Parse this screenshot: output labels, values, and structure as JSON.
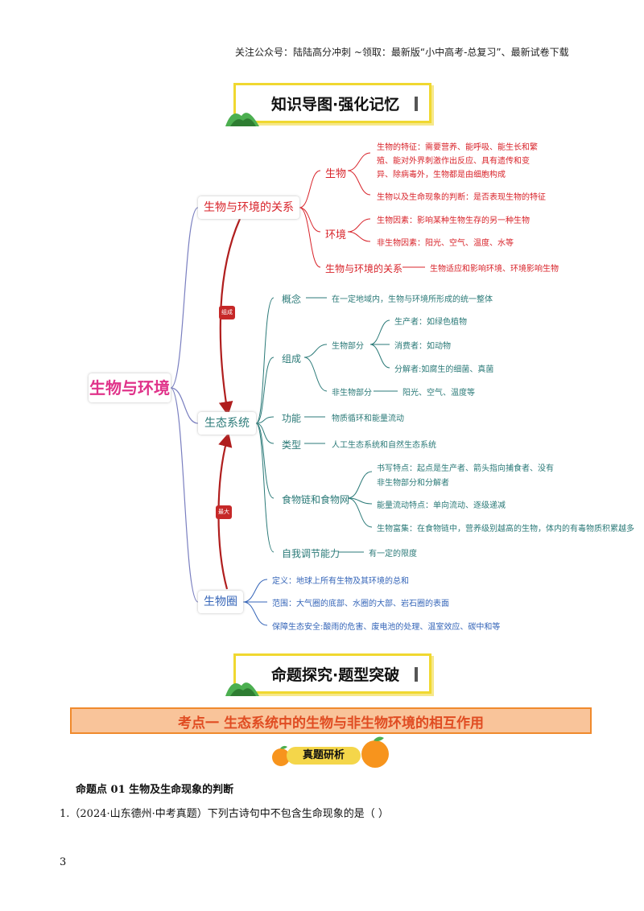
{
  "header": {
    "note": "关注公众号：陆陆高分冲刺 ~领取：最新版“小中高考-总复习”、最新试卷下载"
  },
  "banners": {
    "mind_map": "知识导图·强化记忆",
    "exam": "命题探究·题型突破"
  },
  "mindmap": {
    "center": "生物与环境",
    "relation": {
      "label": "生物与环境的关系",
      "organism": "生物",
      "organism_feature_1": "生物的特征：需要营养、能呼吸、能生长和繁",
      "organism_feature_2": "殖、能对外界刺激作出反应、具有遗传和变",
      "organism_feature_3": "异、除病毒外，生物都是由细胞构成",
      "organism_judge": "生物以及生命现象的判断：是否表现生物的特征",
      "environment": "环境",
      "biotic": "生物因素：影响某种生物生存的另一种生物",
      "abiotic": "非生物因素：阳光、空气、温度、水等",
      "relation_sub": "生物与环境的关系",
      "relation_desc": "生物适应和影响环境、环境影响生物"
    },
    "links": {
      "upper": "组成",
      "lower": "最大"
    },
    "ecosystem": {
      "label": "生态系统",
      "concept": "概念",
      "concept_desc": "在一定地域内，生物与环境所形成的统一整体",
      "composition": "组成",
      "bio_part": "生物部分",
      "producer": "生产者：如绿色植物",
      "consumer": "消费者：如动物",
      "decomposer": "分解者:如腐生的细菌、真菌",
      "abio_part": "非生物部分",
      "abio_desc": "阳光、空气、温度等",
      "function": "功能",
      "function_desc": "物质循环和能量流动",
      "type": "类型",
      "type_desc": "人工生态系统和自然生态系统",
      "chain": "食物链和食物网",
      "chain_write_1": "书写特点：起点是生产者、箭头指向捕食者、没有",
      "chain_write_2": "非生物部分和分解者",
      "chain_energy": "能量流动特点：单向流动、逐级递减",
      "chain_accum": "生物富集：在食物链中，营养级别越高的生物，体内的有毒物质积累越多",
      "selfreg": "自我调节能力",
      "selfreg_desc": "有一定的限度"
    },
    "biosphere": {
      "label": "生物圈",
      "definition": "定义：地球上所有生物及其环境的总和",
      "range": "范围：大气圈的底部、水圈的大部、岩石圈的表面",
      "protect": "保障生态安全:酸雨的危害、废电池的处理、温室效应、碳中和等"
    }
  },
  "section": {
    "title": "考点一  生态系统中的生物与非生物环境的相互作用",
    "badge": "真题研析"
  },
  "question": {
    "heading": "命题点 01  生物及生命现象的判断",
    "line": "1.（2024·山东德州·中考真题）下列古诗句中不包含生命现象的是（        ）"
  },
  "page_number": "3",
  "colors": {
    "red": "#d8232a",
    "teal": "#2b7a78",
    "blue": "#3565b8",
    "pink": "#e0338a",
    "orange": "#f08a2c",
    "yellow": "#f0d830"
  }
}
